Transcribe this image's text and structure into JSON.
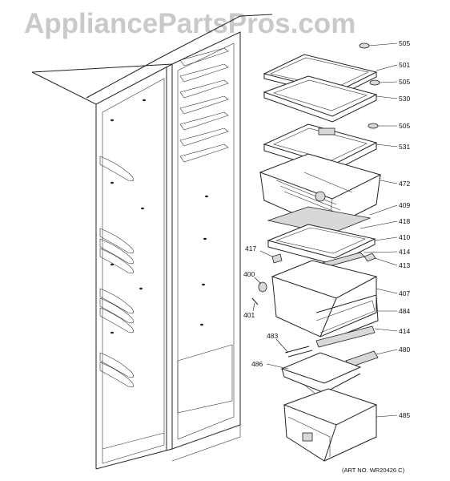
{
  "watermark": "AppliancePartsPros.com",
  "art_number": "(ART NO. WR20426 C)",
  "callouts": [
    {
      "id": "c505a",
      "label": "505"
    },
    {
      "id": "c501",
      "label": "501"
    },
    {
      "id": "c505b",
      "label": "505"
    },
    {
      "id": "c530",
      "label": "530"
    },
    {
      "id": "c505c",
      "label": "505"
    },
    {
      "id": "c531",
      "label": "531"
    },
    {
      "id": "c472",
      "label": "472"
    },
    {
      "id": "c409",
      "label": "409"
    },
    {
      "id": "c418",
      "label": "418"
    },
    {
      "id": "c410",
      "label": "410"
    },
    {
      "id": "c417",
      "label": "417"
    },
    {
      "id": "c414a",
      "label": "414"
    },
    {
      "id": "c413",
      "label": "413"
    },
    {
      "id": "c400",
      "label": "400"
    },
    {
      "id": "c407",
      "label": "407"
    },
    {
      "id": "c484",
      "label": "484"
    },
    {
      "id": "c401",
      "label": "401"
    },
    {
      "id": "c483",
      "label": "483"
    },
    {
      "id": "c414b",
      "label": "414"
    },
    {
      "id": "c480",
      "label": "480"
    },
    {
      "id": "c486",
      "label": "486"
    },
    {
      "id": "c485",
      "label": "485"
    }
  ]
}
